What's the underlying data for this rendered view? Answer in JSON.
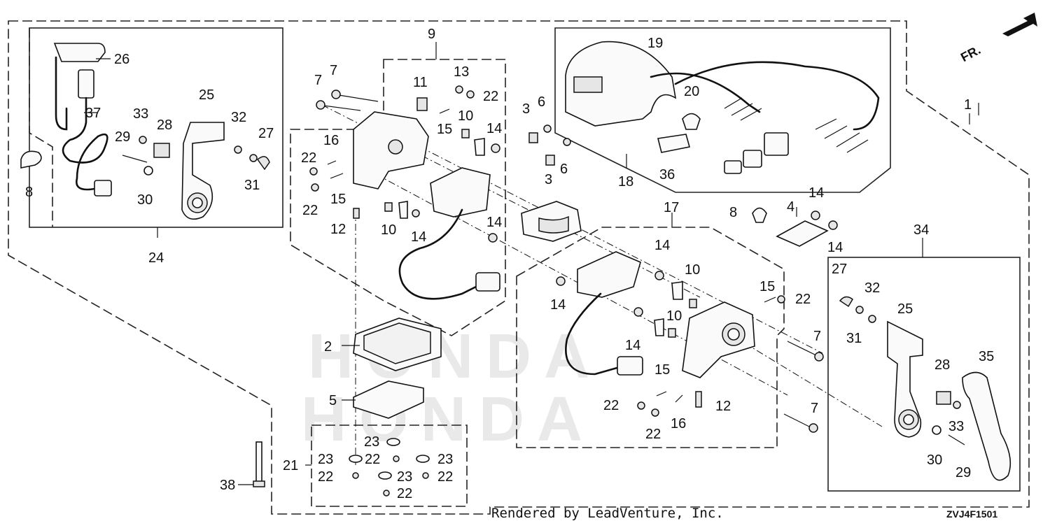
{
  "diagram": {
    "orientation": "FR.",
    "drawing_code": "ZVJ4F1501",
    "credit": "Rendered by LeadVenture, Inc.",
    "watermark_lines": [
      "HONDA",
      "HONDA"
    ]
  },
  "callouts": [
    {
      "id": "c1",
      "label": "1"
    },
    {
      "id": "c2",
      "label": "2"
    },
    {
      "id": "c3a",
      "label": "3"
    },
    {
      "id": "c3b",
      "label": "3"
    },
    {
      "id": "c4",
      "label": "4"
    },
    {
      "id": "c5",
      "label": "5"
    },
    {
      "id": "c6a",
      "label": "6"
    },
    {
      "id": "c6b",
      "label": "6"
    },
    {
      "id": "c7a",
      "label": "7"
    },
    {
      "id": "c7b",
      "label": "7"
    },
    {
      "id": "c7c",
      "label": "7"
    },
    {
      "id": "c7d",
      "label": "7"
    },
    {
      "id": "c8a",
      "label": "8"
    },
    {
      "id": "c8b",
      "label": "8"
    },
    {
      "id": "c9",
      "label": "9"
    },
    {
      "id": "c10a",
      "label": "10"
    },
    {
      "id": "c10b",
      "label": "10"
    },
    {
      "id": "c10c",
      "label": "10"
    },
    {
      "id": "c10d",
      "label": "10"
    },
    {
      "id": "c11",
      "label": "11"
    },
    {
      "id": "c12a",
      "label": "12"
    },
    {
      "id": "c12b",
      "label": "12"
    },
    {
      "id": "c13",
      "label": "13"
    },
    {
      "id": "c14a",
      "label": "14"
    },
    {
      "id": "c14b",
      "label": "14"
    },
    {
      "id": "c14c",
      "label": "14"
    },
    {
      "id": "c14d",
      "label": "14"
    },
    {
      "id": "c14e",
      "label": "14"
    },
    {
      "id": "c14f",
      "label": "14"
    },
    {
      "id": "c14g",
      "label": "14"
    },
    {
      "id": "c14h",
      "label": "14"
    },
    {
      "id": "c15a",
      "label": "15"
    },
    {
      "id": "c15b",
      "label": "15"
    },
    {
      "id": "c15c",
      "label": "15"
    },
    {
      "id": "c15d",
      "label": "15"
    },
    {
      "id": "c16a",
      "label": "16"
    },
    {
      "id": "c16b",
      "label": "16"
    },
    {
      "id": "c17",
      "label": "17"
    },
    {
      "id": "c18",
      "label": "18"
    },
    {
      "id": "c19",
      "label": "19"
    },
    {
      "id": "c20",
      "label": "20"
    },
    {
      "id": "c21",
      "label": "21"
    },
    {
      "id": "c22a",
      "label": "22"
    },
    {
      "id": "c22b",
      "label": "22"
    },
    {
      "id": "c22c",
      "label": "22"
    },
    {
      "id": "c22d",
      "label": "22"
    },
    {
      "id": "c22e",
      "label": "22"
    },
    {
      "id": "c22f",
      "label": "22"
    },
    {
      "id": "c22g",
      "label": "22"
    },
    {
      "id": "c22h",
      "label": "22"
    },
    {
      "id": "c22i",
      "label": "22"
    },
    {
      "id": "c22j",
      "label": "22"
    },
    {
      "id": "c23a",
      "label": "23"
    },
    {
      "id": "c23b",
      "label": "23"
    },
    {
      "id": "c23c",
      "label": "23"
    },
    {
      "id": "c23d",
      "label": "23"
    },
    {
      "id": "c24",
      "label": "24"
    },
    {
      "id": "c25a",
      "label": "25"
    },
    {
      "id": "c25b",
      "label": "25"
    },
    {
      "id": "c26",
      "label": "26"
    },
    {
      "id": "c27a",
      "label": "27"
    },
    {
      "id": "c27b",
      "label": "27"
    },
    {
      "id": "c28a",
      "label": "28"
    },
    {
      "id": "c28b",
      "label": "28"
    },
    {
      "id": "c29a",
      "label": "29"
    },
    {
      "id": "c29b",
      "label": "29"
    },
    {
      "id": "c30a",
      "label": "30"
    },
    {
      "id": "c30b",
      "label": "30"
    },
    {
      "id": "c31a",
      "label": "31"
    },
    {
      "id": "c31b",
      "label": "31"
    },
    {
      "id": "c32a",
      "label": "32"
    },
    {
      "id": "c32b",
      "label": "32"
    },
    {
      "id": "c33a",
      "label": "33"
    },
    {
      "id": "c33b",
      "label": "33"
    },
    {
      "id": "c34",
      "label": "34"
    },
    {
      "id": "c35",
      "label": "35"
    },
    {
      "id": "c36",
      "label": "36"
    },
    {
      "id": "c37",
      "label": "37"
    },
    {
      "id": "c38",
      "label": "38"
    }
  ]
}
